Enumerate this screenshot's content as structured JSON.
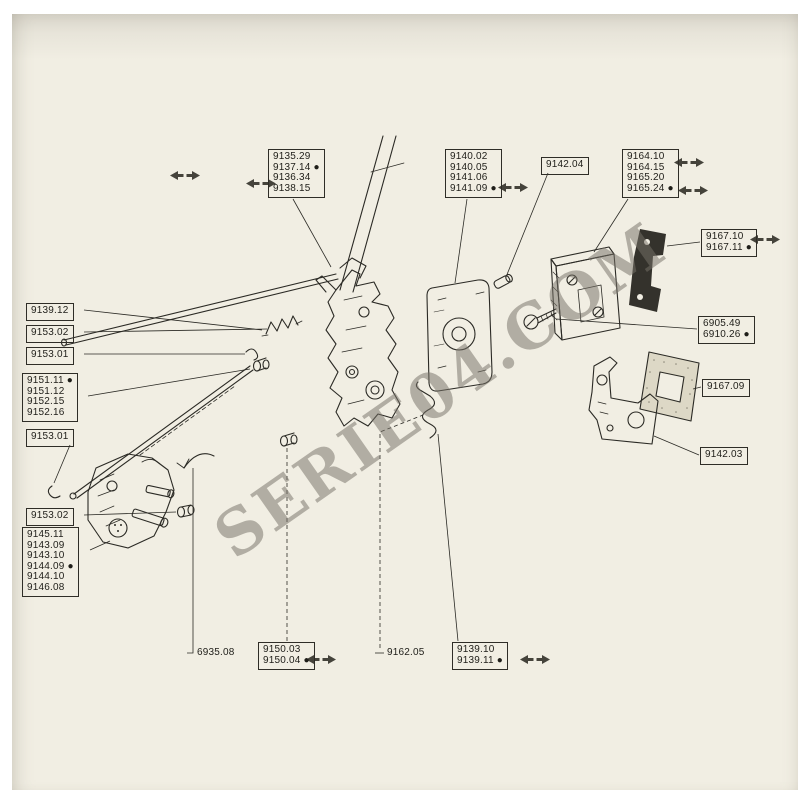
{
  "watermark": "SERIE04.COM",
  "colors": {
    "paper": "#f1eee3",
    "ink": "#2b2a25",
    "watermark": "#76726a"
  },
  "icons": {
    "direction_arrows": "left-right-direction-arrows"
  },
  "boxes": {
    "b9135": [
      "9135.29",
      "9137.14 ●",
      "9136.34",
      "9138.15"
    ],
    "b9140": [
      "9140.02",
      "9140.05",
      "9141.06",
      "9141.09 ●"
    ],
    "b9142_04": [
      "9142.04"
    ],
    "b9164": [
      "9164.10",
      "9164.15",
      "9165.20",
      "9165.24 ●"
    ],
    "b9167_10": [
      "9167.10",
      "9167.11 ●"
    ],
    "b6905": [
      "6905.49",
      "6910.26 ●"
    ],
    "b9167_09": [
      "9167.09"
    ],
    "b9142_03": [
      "9142.03"
    ],
    "b9139_12": [
      "9139.12"
    ],
    "b9153_02a": [
      "9153.02"
    ],
    "b9153_01a": [
      "9153.01"
    ],
    "b9151": [
      "9151.11 ●",
      "9151.12",
      "9152.15",
      "9152.16"
    ],
    "b9153_01b": [
      "9153.01"
    ],
    "b9153_02b": [
      "9153.02"
    ],
    "b9145": [
      "9145.11",
      "9143.09",
      "9143.10",
      "9144.09 ●",
      "9144.10",
      "9146.08"
    ],
    "t6935": [
      "6935.08"
    ],
    "b9150": [
      "9150.03",
      "9150.04 ●"
    ],
    "t9162": [
      "9162.05"
    ],
    "b9139_10": [
      "9139.10",
      "9139.11 ●"
    ]
  }
}
